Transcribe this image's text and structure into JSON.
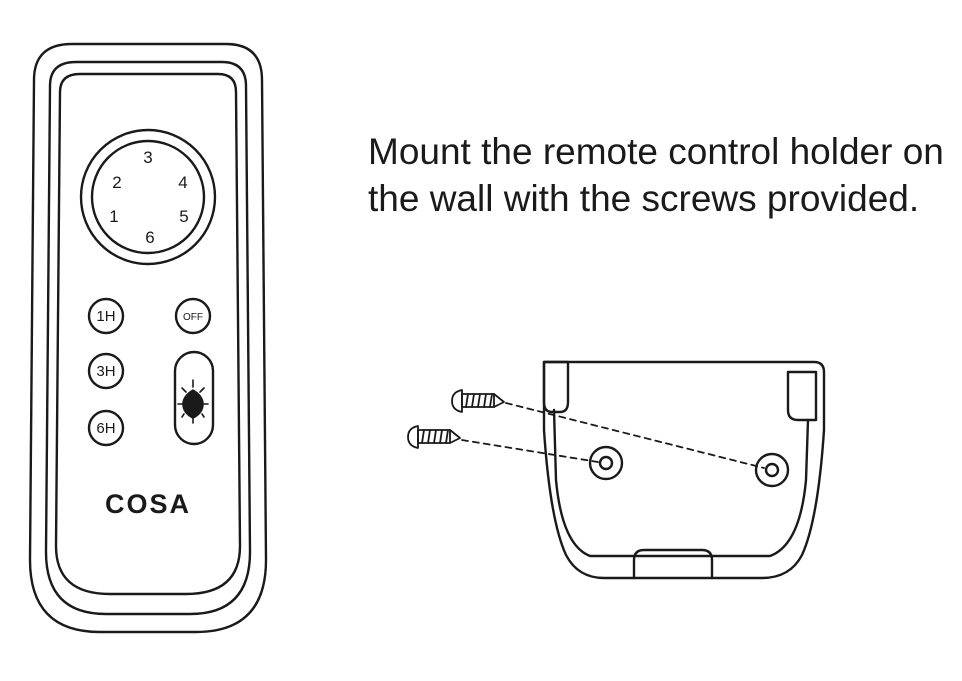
{
  "instruction": {
    "line1": "Mount the remote control holder on",
    "line2": "the wall with the screws provided."
  },
  "remote": {
    "brand": "COSA",
    "dial_numbers": [
      "1",
      "2",
      "3",
      "4",
      "5",
      "6"
    ],
    "buttons": {
      "timer_1h": "1H",
      "timer_3h": "3H",
      "timer_6h": "6H",
      "off": "OFF"
    },
    "icons": [
      "light-bulb-icon"
    ]
  },
  "colors": {
    "line": "#1a1a1a",
    "background": "#ffffff"
  }
}
